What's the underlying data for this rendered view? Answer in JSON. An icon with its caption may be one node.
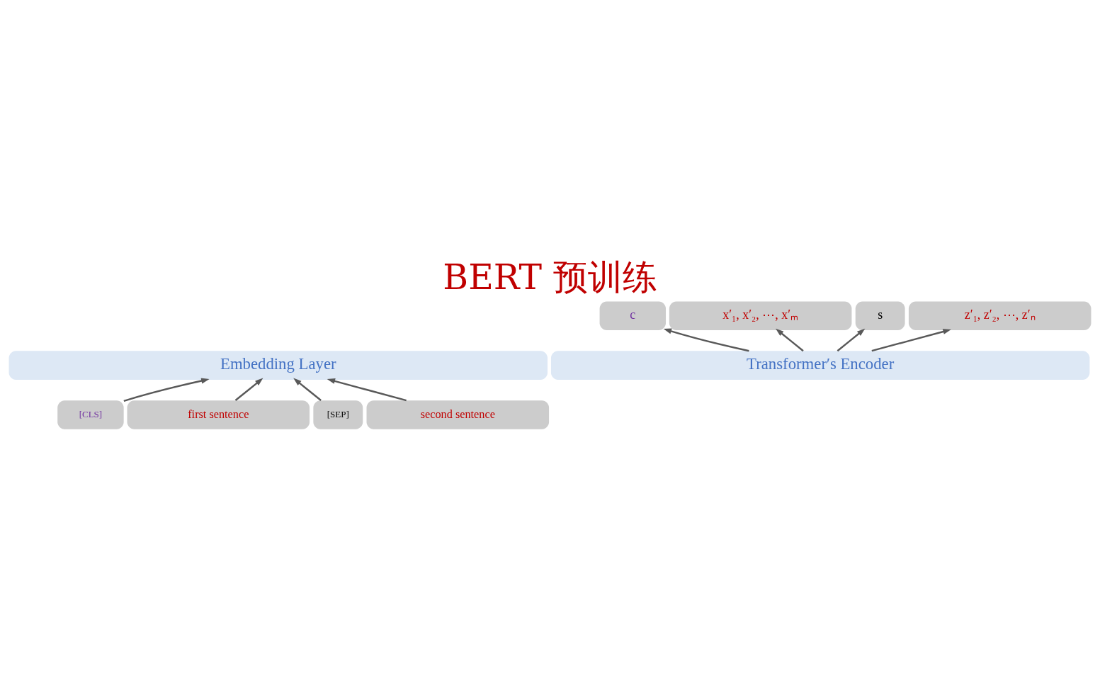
{
  "diagram": {
    "title": "BERT 预训练",
    "nodes": [
      {
        "text": [
          "c"
        ]
      },
      {
        "text": [
          "x′₁, x′₂, ⋯, x′ₘ"
        ]
      },
      {
        "text": [
          "s"
        ]
      },
      {
        "text": [
          "z′₁, z′₂, ⋯, z′ₙ"
        ]
      },
      {
        "text": [
          "Transformer′s Encoder"
        ]
      },
      {
        "text": [
          "Embedding Layer"
        ]
      },
      {
        "text": [
          "[CLS]"
        ]
      },
      {
        "text": [
          "first sentence"
        ]
      },
      {
        "text": [
          "[SEP]"
        ]
      },
      {
        "text": [
          "second sentence"
        ]
      }
    ],
    "edges": [
      {
        "from": 4,
        "to": 0,
        "arrow": "to"
      },
      {
        "from": 4,
        "to": 1,
        "arrow": "to"
      },
      {
        "from": 4,
        "to": 2,
        "arrow": "to"
      },
      {
        "from": 4,
        "to": 3,
        "arrow": "to"
      },
      {
        "from": 6,
        "to": 5,
        "arrow": "to"
      },
      {
        "from": 7,
        "to": 5,
        "arrow": "to"
      },
      {
        "from": 8,
        "to": 5,
        "arrow": "to"
      },
      {
        "from": 9,
        "to": 5,
        "arrow": "to"
      }
    ]
  }
}
